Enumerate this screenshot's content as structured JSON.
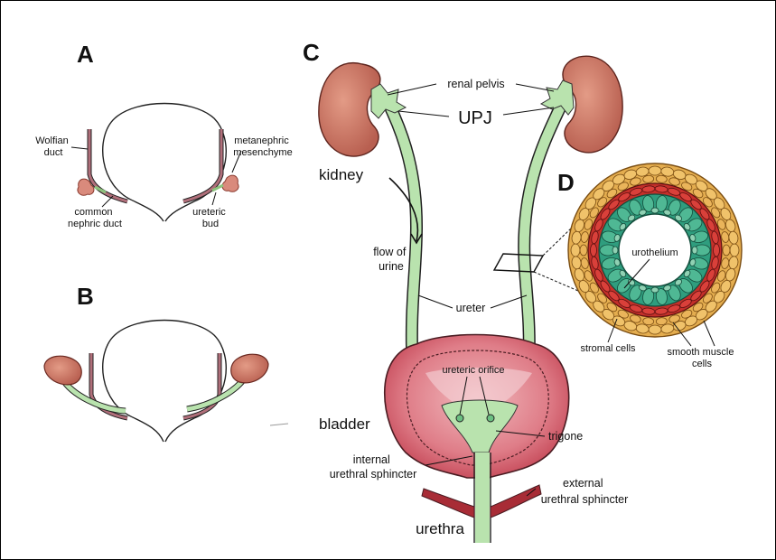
{
  "panels": {
    "a": "A",
    "b": "B",
    "c": "C",
    "d": "D"
  },
  "labels": {
    "wolffian_duct": [
      "Wolfian",
      "duct"
    ],
    "common_nephric_duct": [
      "common",
      "nephric duct"
    ],
    "metanephric_mesenchyme": [
      "metanephric",
      "mesenchyme"
    ],
    "ureteric_bud": [
      "ureteric",
      "bud"
    ],
    "renal_pelvis": "renal pelvis",
    "upj": "UPJ",
    "kidney": "kidney",
    "flow_of_urine": [
      "flow of",
      "urine"
    ],
    "ureter": "ureter",
    "urothelium": "urothelium",
    "stromal_cells": "stromal cells",
    "smooth_muscle_cells": [
      "smooth muscle",
      "cells"
    ],
    "ureteric_orifice": "ureteric orifice",
    "bladder": "bladder",
    "trigone": "trigone",
    "internal_urethral_sphincter": [
      "internal",
      "urethral sphincter"
    ],
    "external_urethral_sphincter": [
      "external",
      "urethral sphincter"
    ],
    "urethra": "urethra"
  },
  "colors": {
    "kidney": "#c97362",
    "kidney_dark": "#8a3b30",
    "ureter": "#b9e3ae",
    "urothelium": "#2f9d7e",
    "urothelium_light": "#8fd1b3",
    "smooth_muscle": "#c4302a",
    "stroma": "#e4ad4f",
    "bladder": "#d9707e",
    "sphincter": "#a82c36",
    "duct": "#b06f7a"
  }
}
